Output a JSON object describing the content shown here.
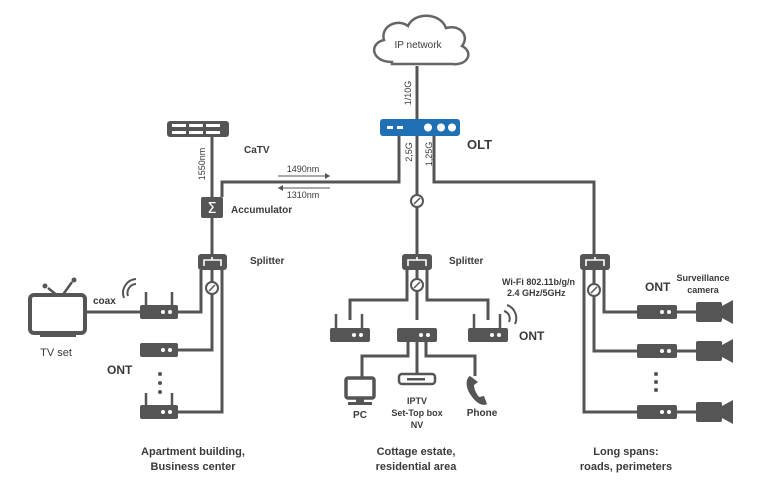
{
  "colors": {
    "olt": "#1f6fb5",
    "line": "#555555",
    "text": "#3a3a3a"
  },
  "labels": {
    "cloud": "IP network",
    "uplink": "1/10G",
    "olt": "OLT",
    "olt_port_left": "2,5G",
    "olt_port_right": "1,25G",
    "catv": "CaTV",
    "wavelength_1550": "1550nm",
    "wavelength_1490": "1490nm",
    "wavelength_1310": "1310nm",
    "accumulator": "Accumulator",
    "splitter_left": "Splitter",
    "splitter_center": "Splitter",
    "coax": "coax",
    "tv_set": "TV set",
    "ont_left": "ONT",
    "ont_center": "ONT",
    "ont_right": "ONT",
    "wifi_line1": "Wi-Fi 802.11b/g/n",
    "wifi_line2": "2.4 GHz/5GHz",
    "surveillance_line1": "Surveillance",
    "surveillance_line2": "camera",
    "pc": "PC",
    "iptv_line1": "IPTV",
    "iptv_line2": "Set-Top box",
    "iptv_line3": "NV",
    "phone": "Phone",
    "accumulator_symbol": "Σ"
  },
  "segments": {
    "left_line1": "Apartment building,",
    "left_line2": "Business center",
    "center_line1": "Cottage estate,",
    "center_line2": "residential area",
    "right_line1": "Long spans:",
    "right_line2": "roads, perimeters"
  },
  "icons": [
    "cloud-icon",
    "olt-icon",
    "catv-icon",
    "accumulator-icon",
    "splitter-icon",
    "optical-connector-icon",
    "ont-router-icon",
    "tv-icon",
    "pc-icon",
    "set-top-box-icon",
    "phone-icon",
    "camera-icon",
    "wifi-icon"
  ]
}
